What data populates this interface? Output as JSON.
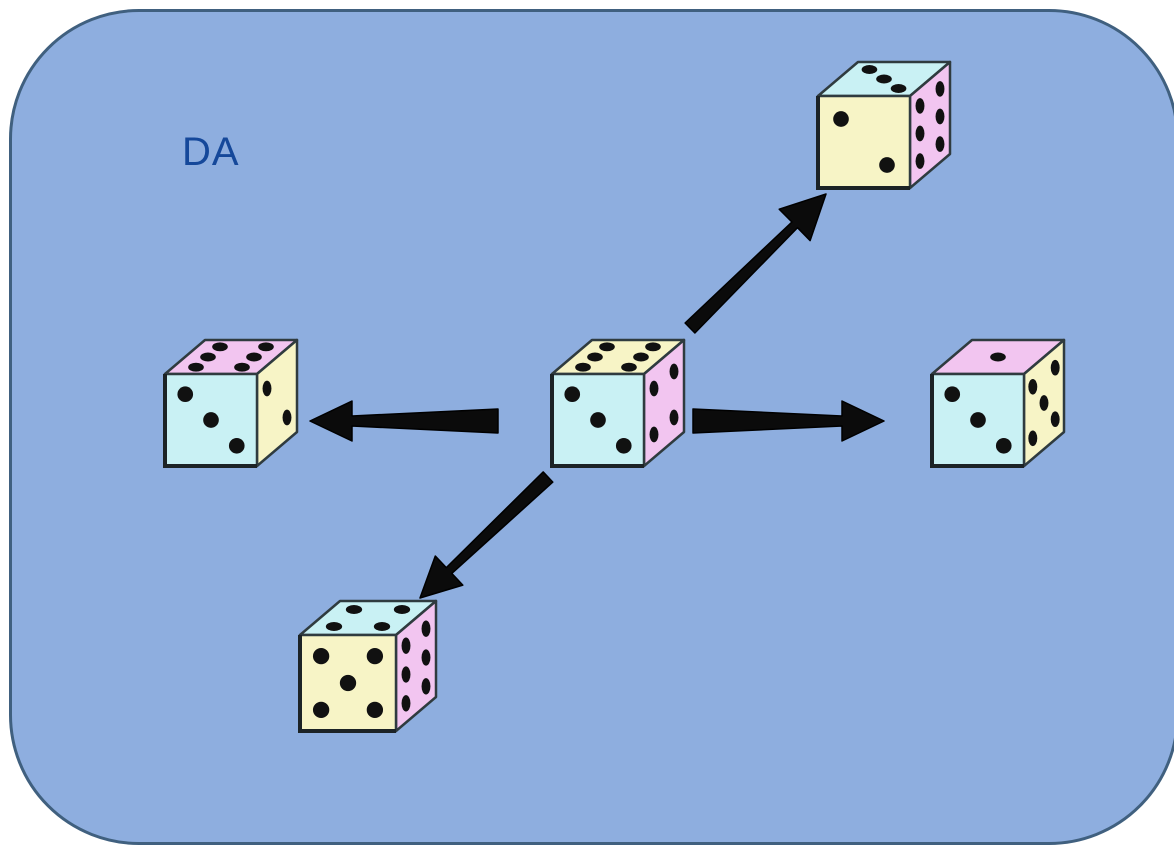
{
  "label": "DA",
  "colors": {
    "panel_fill": "#8eaedf",
    "panel_border": "#40607f",
    "label": "#15489a",
    "face_blue": "#c9f1f4",
    "face_yellow": "#f7f4c6",
    "face_pink": "#f2c5f0",
    "pip": "#111111",
    "arrow": "#0b0b0b"
  },
  "dice": [
    {
      "name": "center-die",
      "front": {
        "value": 3,
        "color": "face_blue"
      },
      "top": {
        "value": 6,
        "color": "face_yellow"
      },
      "side": {
        "value": 4,
        "color": "face_pink"
      }
    },
    {
      "name": "top-right-die",
      "front": {
        "value": 2,
        "color": "face_yellow"
      },
      "top": {
        "value": 3,
        "color": "face_blue"
      },
      "side": {
        "value": 6,
        "color": "face_pink"
      }
    },
    {
      "name": "left-die",
      "front": {
        "value": 3,
        "color": "face_blue"
      },
      "top": {
        "value": 6,
        "color": "face_pink"
      },
      "side": {
        "value": 2,
        "color": "face_yellow"
      }
    },
    {
      "name": "right-die",
      "front": {
        "value": 3,
        "color": "face_blue"
      },
      "top": {
        "value": 1,
        "color": "face_pink"
      },
      "side": {
        "value": 5,
        "color": "face_yellow"
      }
    },
    {
      "name": "bottom-left-die",
      "front": {
        "value": 5,
        "color": "face_yellow"
      },
      "top": {
        "value": 4,
        "color": "face_blue"
      },
      "side": {
        "value": 6,
        "color": "face_pink"
      }
    }
  ],
  "arrows": [
    {
      "name": "arrow-to-top-right",
      "from": "center-die",
      "to": "top-right-die"
    },
    {
      "name": "arrow-to-left",
      "from": "center-die",
      "to": "left-die"
    },
    {
      "name": "arrow-to-right",
      "from": "center-die",
      "to": "right-die"
    },
    {
      "name": "arrow-to-bottom-left",
      "from": "center-die",
      "to": "bottom-left-die"
    }
  ]
}
